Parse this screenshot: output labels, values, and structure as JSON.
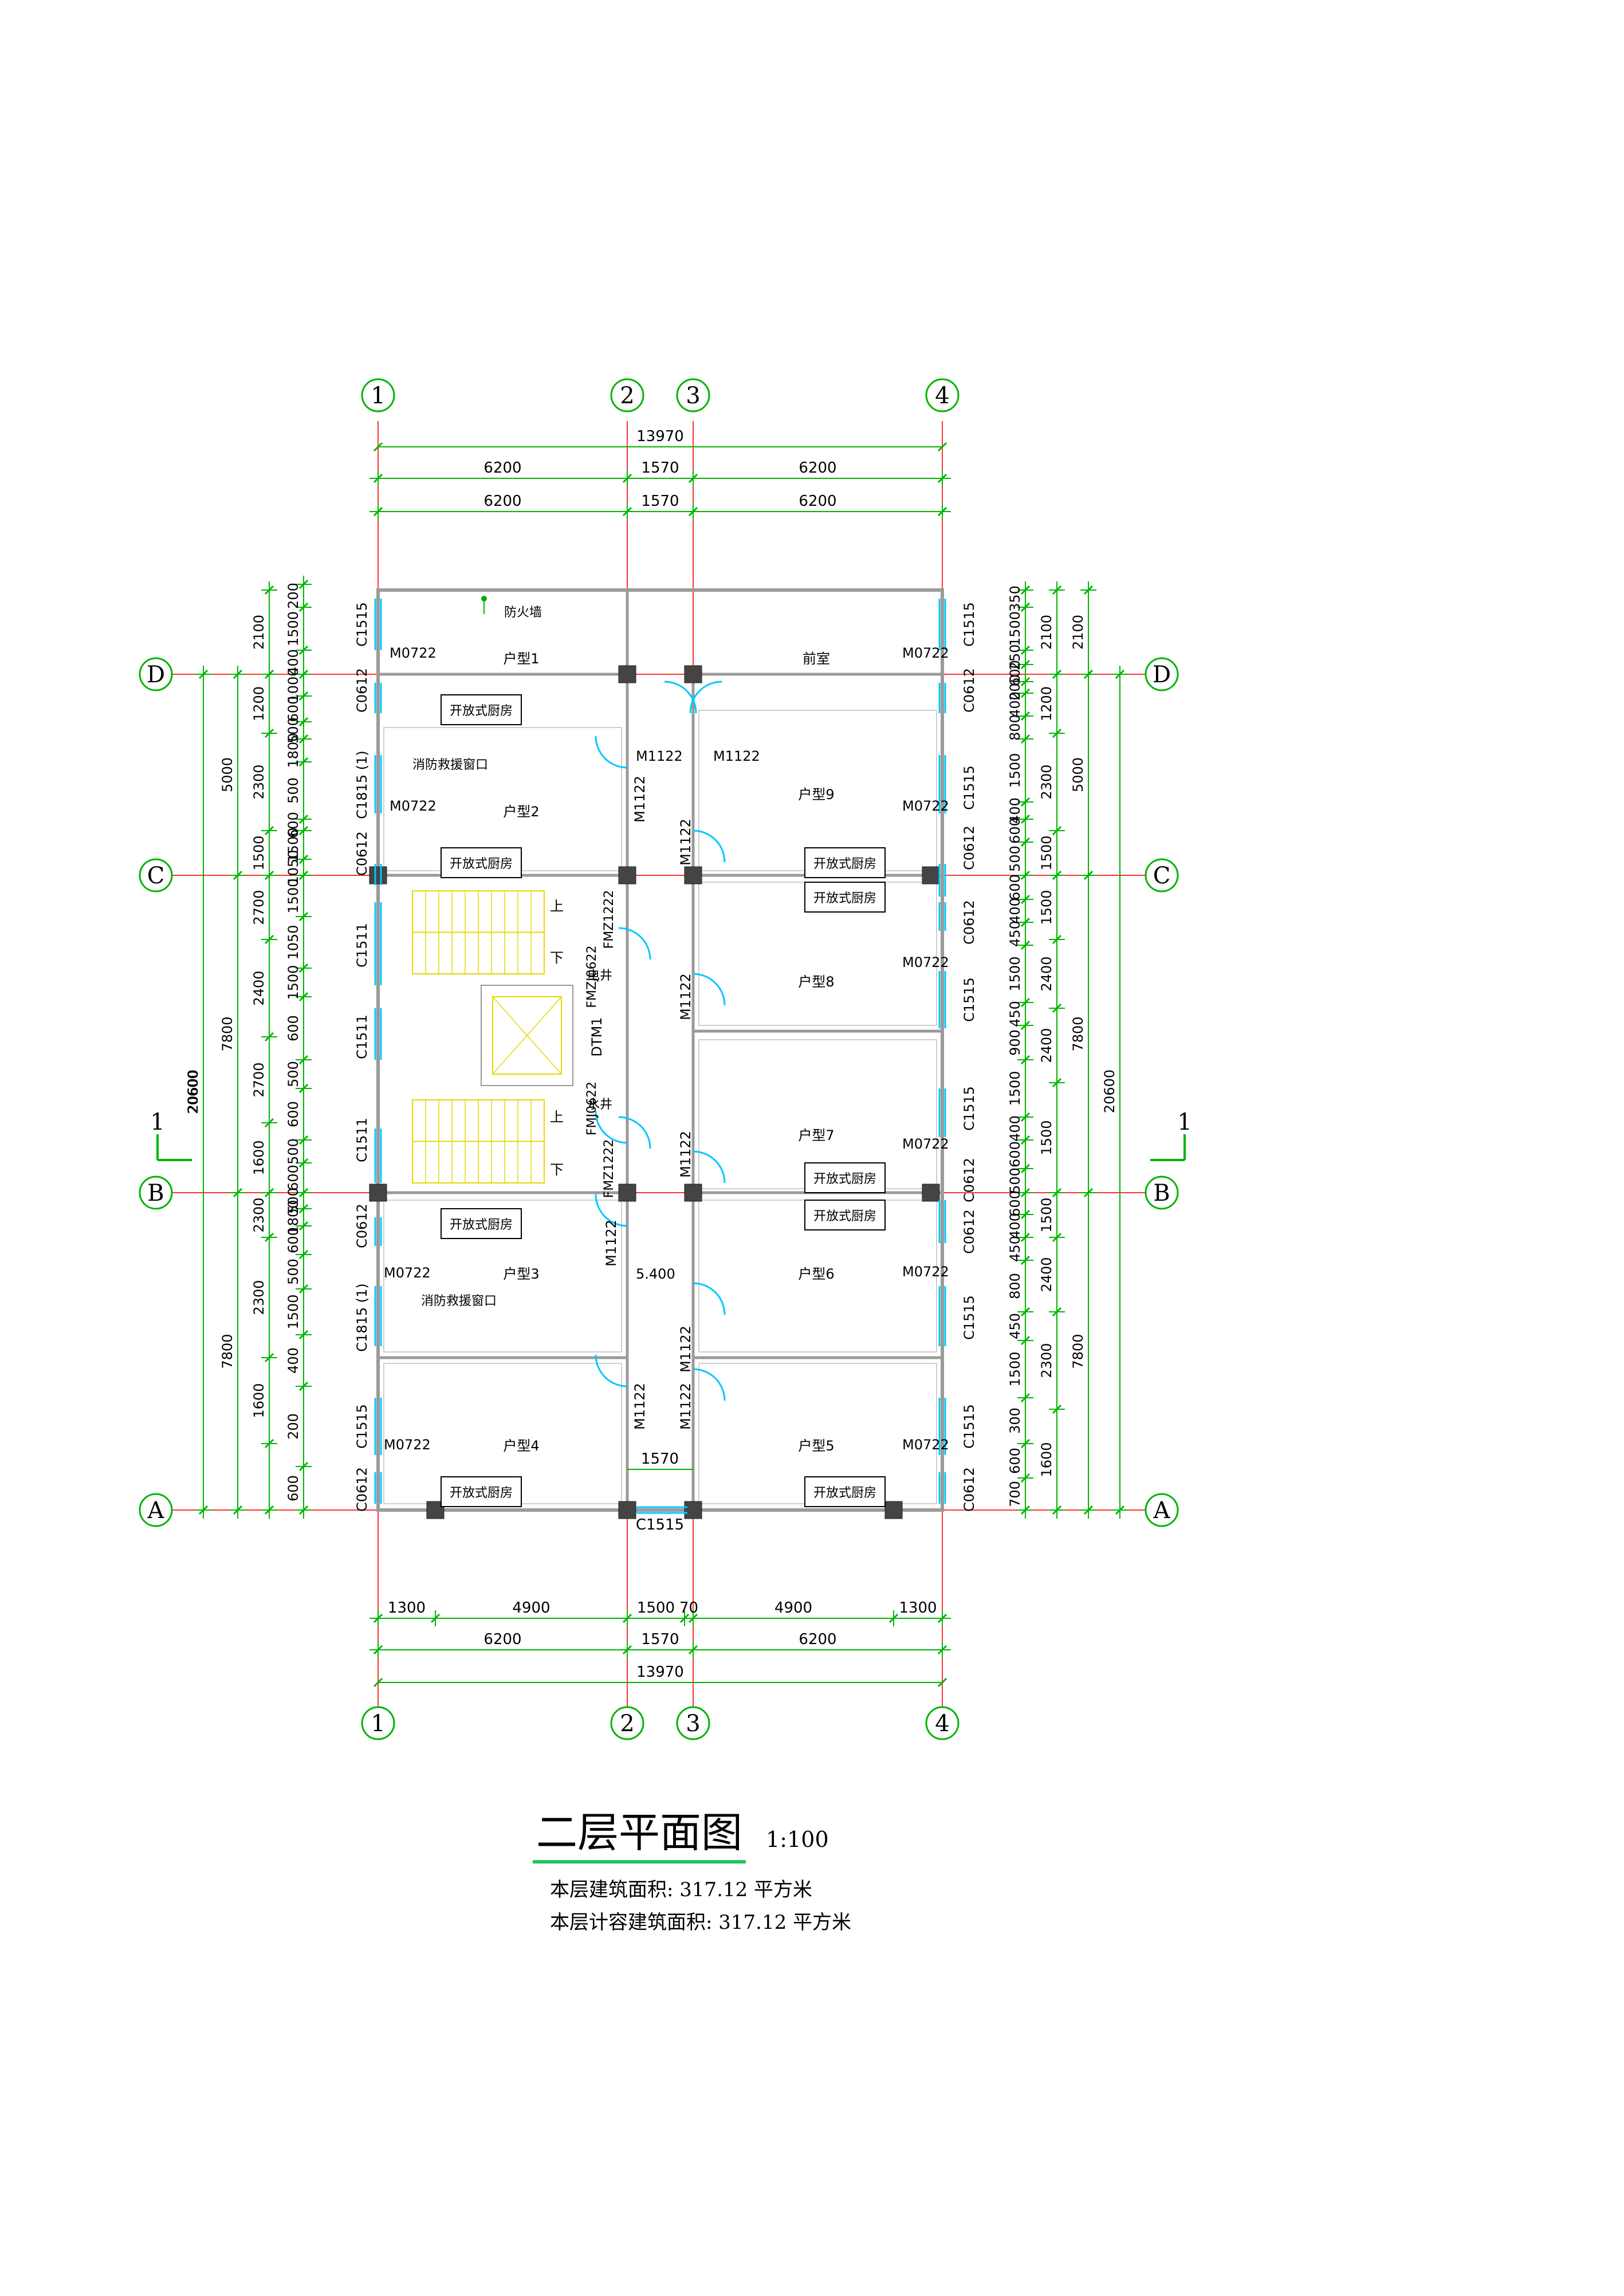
{
  "colors": {
    "grid": "#ff3333",
    "dim": "#00b400",
    "wall": "#9a9a9a",
    "window": "#00c8ff",
    "stair": "#e6d800",
    "text": "#000000"
  },
  "axes": {
    "columns": [
      "1",
      "2",
      "3",
      "4"
    ],
    "rows": [
      "A",
      "B",
      "C",
      "D"
    ]
  },
  "section_mark": "1",
  "dims": {
    "top_total": "13970",
    "top_row1": [
      "6200",
      "1570",
      "6200"
    ],
    "top_row2": [
      "6200",
      "1570",
      "6200"
    ],
    "bottom_row1": [
      "1300",
      "4900",
      "1500",
      "70",
      "4900",
      "1300"
    ],
    "bottom_row2": [
      "6200",
      "1570",
      "6200"
    ],
    "bottom_total": "13970",
    "left_total": "20600",
    "left_mid": [
      "7800",
      "7800",
      "5000"
    ],
    "left_mid2": [
      "2100",
      "1200",
      "2300",
      "1500",
      "2700",
      "2400",
      "2700",
      "1600",
      "2300",
      "2300",
      "1600"
    ],
    "left_inner": [
      "200",
      "1500",
      "400",
      "1000",
      "600",
      "500",
      "1800",
      "500",
      "600",
      "1500",
      "1050",
      "1500",
      "1050",
      "1500",
      "600",
      "500",
      "600",
      "500",
      "600",
      "500",
      "1800",
      "600",
      "500",
      "1500",
      "400",
      "200",
      "600"
    ],
    "right_total": "20600",
    "right_mid": [
      "2100",
      "5000",
      "7800",
      "7800"
    ],
    "right_mid2": [
      "2100",
      "1200",
      "2300",
      "1500",
      "1500",
      "2400",
      "2400",
      "1500",
      "1500",
      "2400",
      "2300",
      "1600"
    ],
    "right_inner": [
      "350",
      "1500",
      "250",
      "600",
      "200",
      "400",
      "800",
      "1500",
      "400",
      "600",
      "500",
      "600",
      "400",
      "450",
      "1500",
      "450",
      "900",
      "1500",
      "400",
      "600",
      "500",
      "600",
      "400",
      "450",
      "800",
      "450",
      "1500",
      "300",
      "600",
      "700"
    ]
  },
  "rooms": {
    "u1": "户型1",
    "u2": "户型2",
    "u3": "户型3",
    "u4": "户型4",
    "u5": "户型5",
    "u6": "户型6",
    "u7": "户型7",
    "u8": "户型8",
    "u9": "户型9",
    "front": "前室",
    "kitchen": "开放式厨房",
    "rescue_window": "消防救援窗口",
    "fire_wall": "防火墙",
    "elec_shaft": "电井",
    "water_shaft": "水井",
    "stair_up": "上",
    "stair_down": "下",
    "level": "5.400"
  },
  "tags": {
    "c1515": "C1515",
    "c0612": "C0612",
    "c1815": "C1815 (1)",
    "c1511": "C1511",
    "m0722": "M0722",
    "m1122": "M1122",
    "fmz1222": "FMZ1222",
    "fmz0622": "FMZJ0622",
    "fmj0622": "FMJ0622",
    "dtm1": "DTM1",
    "dim1570": "1570"
  },
  "title": {
    "main": "二层平面图",
    "scale": "1:100",
    "area1": "本层建筑面积: 317.12 平方米",
    "area2": "本层计容建筑面积: 317.12 平方米"
  }
}
